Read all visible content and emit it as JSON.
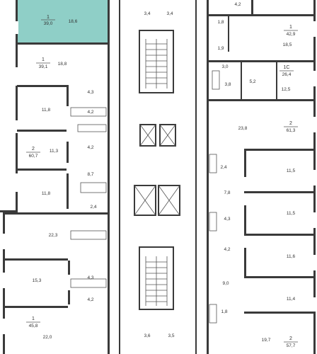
{
  "colors": {
    "wall": "#3a3a3a",
    "highlight": "#8fcfc7",
    "line": "#555555",
    "text": "#333333"
  },
  "apartments": [
    {
      "id": "apt-left-1",
      "number": "1",
      "area": "39,0",
      "selected": true
    },
    {
      "id": "apt-left-2",
      "number": "1",
      "area": "39,1",
      "selected": false
    },
    {
      "id": "apt-left-3",
      "number": "2",
      "area": "60,7",
      "selected": false
    },
    {
      "id": "apt-left-4",
      "number": "1",
      "area": "45,8",
      "selected": false
    },
    {
      "id": "apt-right-1",
      "number": "1",
      "area": "42,9",
      "selected": false
    },
    {
      "id": "apt-right-2",
      "number": "1С",
      "area": "26,4",
      "selected": false
    },
    {
      "id": "apt-right-3",
      "number": "2",
      "area": "61,3",
      "selected": false
    },
    {
      "id": "apt-right-4",
      "number": "2",
      "area": "57,7",
      "selected": false
    }
  ],
  "rooms": [
    "18,6",
    "18,8",
    "4,3",
    "11,8",
    "4,2",
    "4,2",
    "11,3",
    "8,7",
    "11,8",
    "2,4",
    "22,3",
    "15,3",
    "4,3",
    "4,2",
    "22,0",
    "3,4",
    "3,4",
    "3,6",
    "3,5",
    "4,2",
    "1,8",
    "18,5",
    "1,9",
    "3,0",
    "3,8",
    "5,2",
    "12,5",
    "23,8",
    "2,4",
    "11,5",
    "7,8",
    "11,5",
    "4,3",
    "4,2",
    "11,6",
    "9,0",
    "11,4",
    "1,8",
    "19,7"
  ]
}
